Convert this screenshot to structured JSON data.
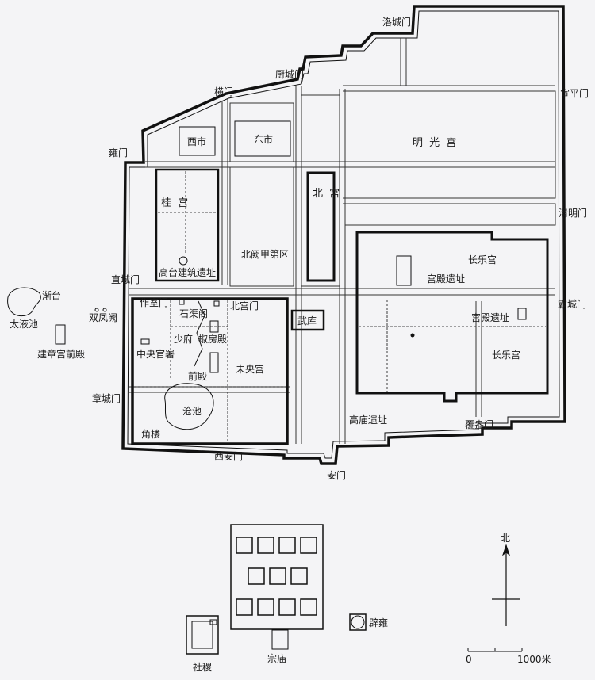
{
  "gates": {
    "luo": "洛城门",
    "chu": "厨城门",
    "heng": "横门",
    "yong": "雍门",
    "zhi": "直城门",
    "zhang": "章城门",
    "xian": "宣平门",
    "qingming": "清明门",
    "ba": "霸城门",
    "fu": "覆盎门",
    "an": "安门",
    "xian_an": "西安门"
  },
  "areas": {
    "xishi": "西市",
    "dongshi": "东市",
    "mingguang": "明 光 宫",
    "gui": "桂 宫",
    "bei": "北 宫",
    "beique": "北阙甲第区",
    "gaotai": "高台建筑遗址",
    "changle_top": "长乐宫",
    "palace_ruins_1": "宫殿遗址",
    "palace_ruins_2": "宫殿遗址",
    "changle_bottom": "长乐宫",
    "wuku": "武库",
    "zuoshi": "作室门",
    "shiqu": "石渠阁",
    "beigong_gate": "北宫门",
    "shaofu": "少府",
    "jiaofang": "椒房殿",
    "zhongyang": "中央官署",
    "qiandian": "前殿",
    "weiyang": "未央宫",
    "cangchi": "沧池",
    "jiaolou": "角楼",
    "gaomiao": "高庙遗址"
  },
  "outside": {
    "jiantai": "渐台",
    "taiye": "太液池",
    "shuangfeng": "双凤阙",
    "jianzhang": "建章宫前殿",
    "sheji": "社稷",
    "zongmiao": "宗庙",
    "biyong": "辟雍"
  },
  "legend": {
    "north": "北",
    "scale_zero": "0",
    "scale_end": "1000米"
  }
}
